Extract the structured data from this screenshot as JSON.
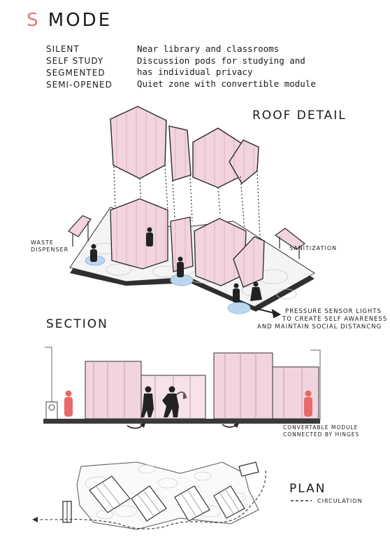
{
  "title": {
    "initial": "S",
    "rest": "MODE"
  },
  "legend": {
    "items": [
      "SILENT",
      "SELF STUDY",
      "SEGMENTED",
      "SEMI-OPENED"
    ]
  },
  "notes": [
    "Near library and classrooms",
    "Discussion pods for studying and",
    "has individual privacy",
    "Quiet zone with convertible module"
  ],
  "roof": {
    "heading": "ROOF DETAIL",
    "label_waste_1": "WASTE",
    "label_waste_2": "DISPENSER",
    "label_sanitization": "SANITIZATION",
    "pressure_1": "PRESSURE SENSOR LIGHTS",
    "pressure_2": "TO CREATE  SELF AWARENESS",
    "pressure_3": "AND MAINTAIN SOCIAL DISTANCNG"
  },
  "section": {
    "heading": "SECTION",
    "module_1": "CONVERTABLE MODULE",
    "module_2": "CONNECTED BY HINGES"
  },
  "plan": {
    "heading": "PLAN",
    "circulation": "CIRCULATION"
  },
  "colors": {
    "accent": "#e07a7a",
    "pod_fill": "#f2d4df",
    "pod_stroke": "#2a2a2a",
    "sensor": "#bcd6f0",
    "person_red": "#e86a6a",
    "ground": "#3a3a3a"
  }
}
